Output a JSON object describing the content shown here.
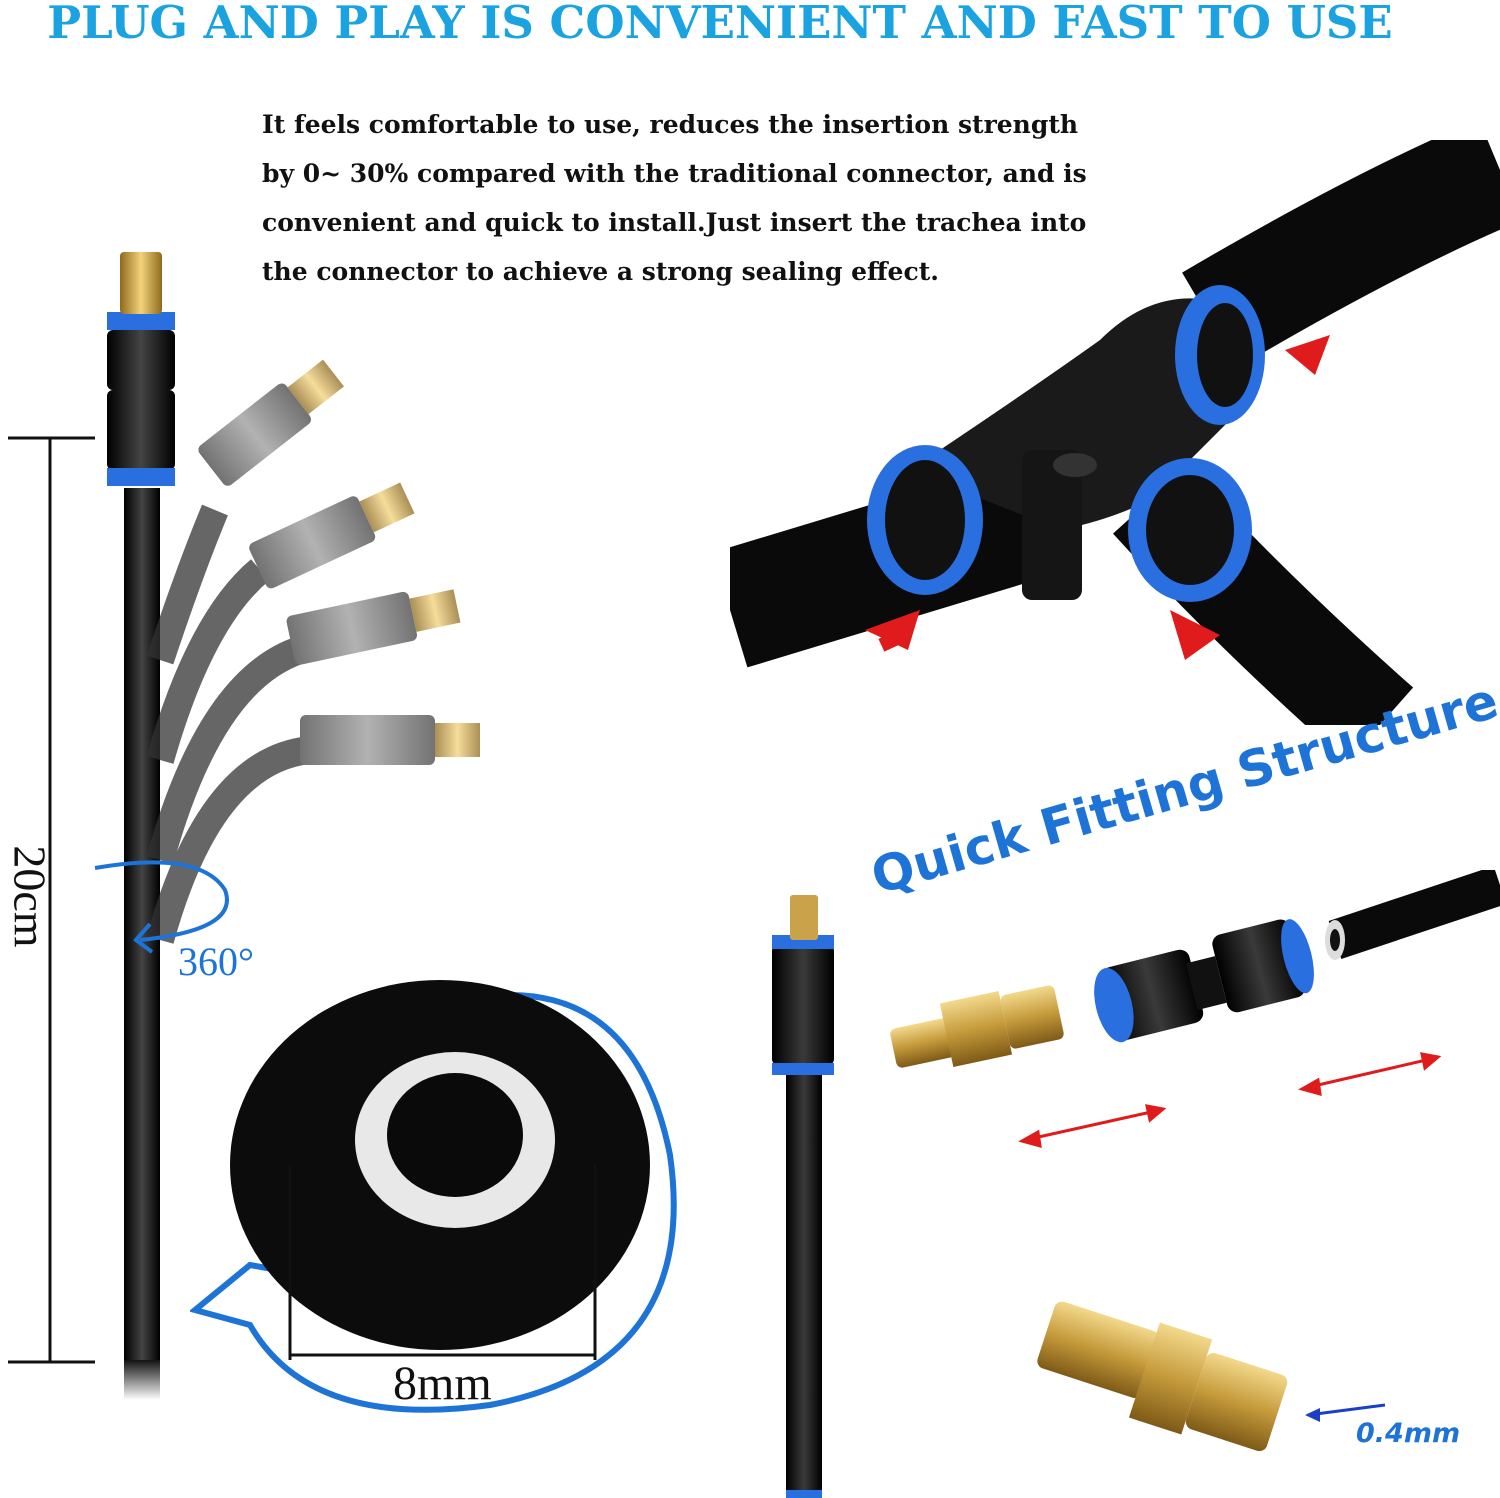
{
  "headline": "PLUG AND PLAY IS CONVENIENT AND FAST TO USE",
  "description": [
    "It feels comfortable to use, reduces the insertion strength",
    "by 0~ 30% compared with the traditional connector, and is",
    "convenient and quick to install.Just insert the trachea into",
    "the connector to achieve a strong sealing effect."
  ],
  "labels": {
    "length": "20cm",
    "rotation": "360°",
    "diameter": "8mm",
    "structure_title": "Quick Fitting Structure",
    "nozzle_hole": "0.4mm"
  },
  "colors": {
    "headline": "#1aa3e0",
    "accent_blue": "#1e73d6",
    "arrow_red": "#e01b1b",
    "brass": "#c9a24a",
    "tube": "#111111"
  },
  "icons": [
    "rotation-arrow-icon",
    "red-arrow-icon",
    "double-arrow-icon"
  ]
}
